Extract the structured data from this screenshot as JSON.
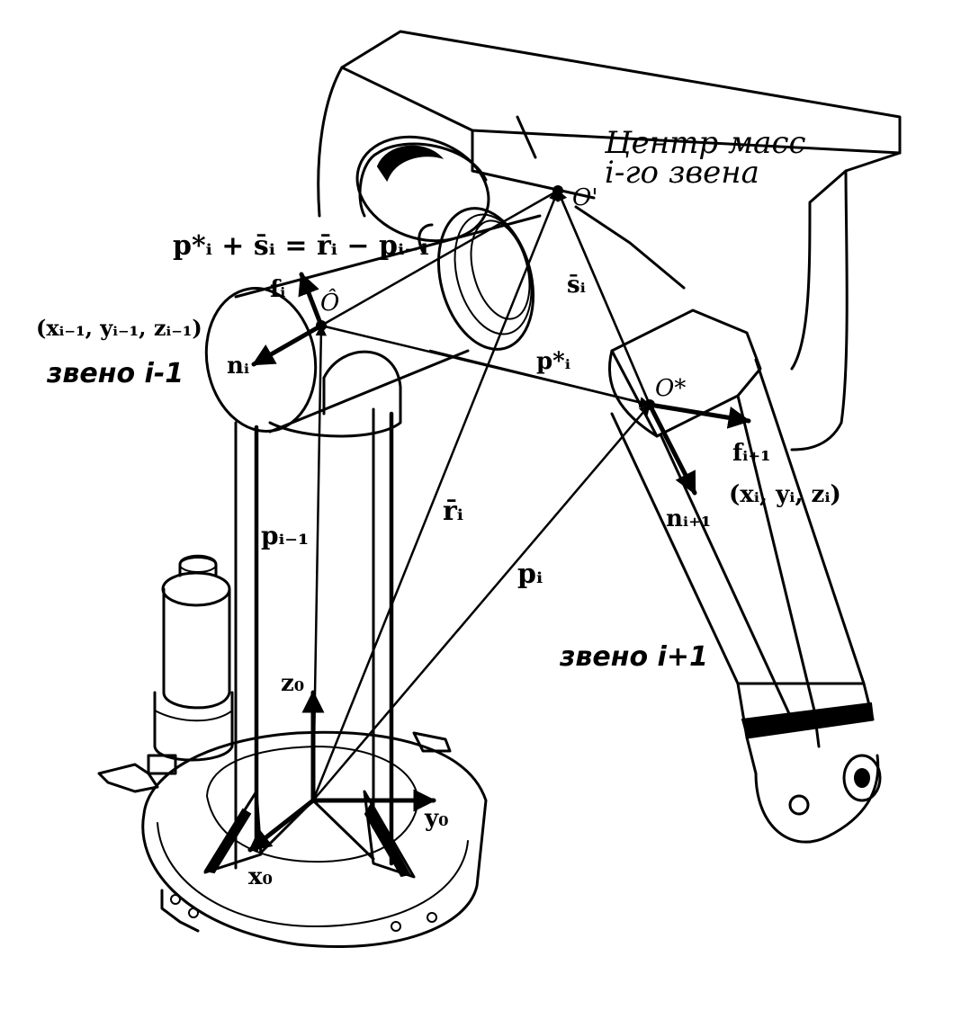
{
  "diagram": {
    "labels": {
      "mass_center_line1": "Центр масс",
      "mass_center_line2": "i-го звена",
      "point_o_prime": "O'",
      "point_o_hat": "Ô",
      "point_o_star": "O*",
      "equation": "p*ᵢ + s̄ᵢ = r̄ᵢ − pᵢ₋₁",
      "coords_prev": "(xᵢ₋₁, yᵢ₋₁, zᵢ₋₁)",
      "coords_curr": "(xᵢ, yᵢ, zᵢ)",
      "link_prev": "звено i-1",
      "link_next": "звено i+1",
      "vec_f_i": "fᵢ",
      "vec_n_i": "nᵢ",
      "vec_f_next": "fᵢ₊₁",
      "vec_n_next": "nᵢ₊₁",
      "vec_s_i": "s̄ᵢ",
      "vec_p_star": "p*ᵢ",
      "vec_p_prev": "pᵢ₋₁",
      "vec_r_i": "r̄ᵢ",
      "vec_p_i": "pᵢ",
      "axis_z0": "z₀",
      "axis_y0": "y₀",
      "axis_x0": "x₀"
    }
  }
}
